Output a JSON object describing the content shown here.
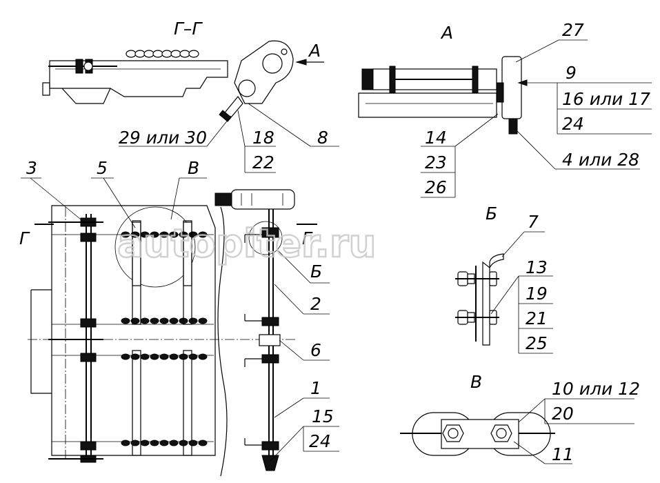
{
  "drawing": {
    "views": {
      "section_gg": "Г–Г",
      "view_a": "А",
      "view_b": "Б",
      "view_v": "В",
      "section_mark_left": "Г",
      "section_mark_right": "Г",
      "arrow_a": "А",
      "callout_b": "Б",
      "callout_v": "В"
    },
    "labels": {
      "p27": "27",
      "p9": "9",
      "p16_17": "16 или 17",
      "p24a": "24",
      "p4_28": "4 или 28",
      "p14": "14",
      "p23": "23",
      "p26": "26",
      "p29_30": "29 или 30",
      "p18": "18",
      "p22": "22",
      "p8": "8",
      "p3": "3",
      "p5": "5",
      "p2": "2",
      "p6": "6",
      "p1": "1",
      "p15": "15",
      "p24b": "24",
      "p7": "7",
      "p13": "13",
      "p19": "19",
      "p21": "21",
      "p25": "25",
      "p10_12": "10 или 12",
      "p20": "20",
      "p11": "11"
    },
    "watermark": "autopiter.ru"
  }
}
